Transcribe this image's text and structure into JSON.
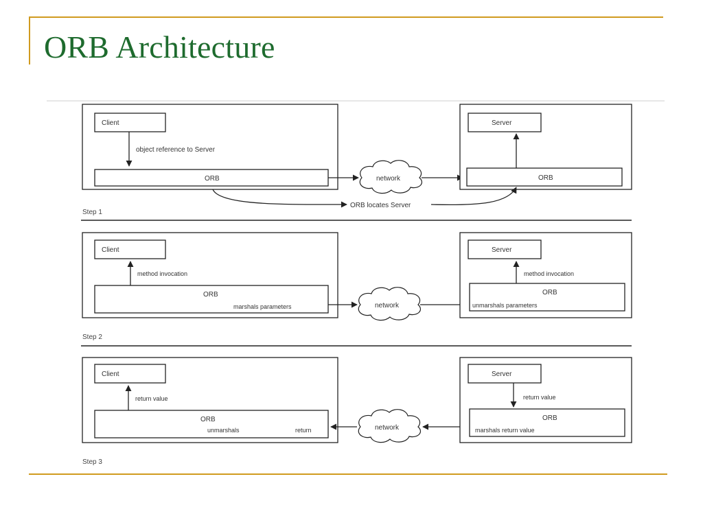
{
  "slide": {
    "title": "ORB Architecture",
    "accent_color": "#d09a1e",
    "title_color": "#1e6b2e"
  },
  "diagram": {
    "step1": {
      "client": "Client",
      "client_label": "object reference to Server",
      "orb_left": "ORB",
      "network": "network",
      "orb_right": "ORB",
      "server": "Server",
      "locates": "ORB locates Server",
      "step_label": "Step 1"
    },
    "step2": {
      "client": "Client",
      "client_label": "method invocation",
      "orb_left": "ORB",
      "orb_left_sub": "marshals parameters",
      "network": "network",
      "server": "Server",
      "server_label": "method invocation",
      "orb_right": "ORB",
      "orb_right_sub": "unmarshals parameters",
      "step_label": "Step 2"
    },
    "step3": {
      "client": "Client",
      "client_label": "return value",
      "orb_left": "ORB",
      "orb_left_sub1": "unmarshals",
      "orb_left_sub2": "return",
      "network": "network",
      "server": "Server",
      "server_label": "return value",
      "orb_right": "ORB",
      "orb_right_sub": "marshals return value",
      "step_label": "Step 3"
    }
  }
}
